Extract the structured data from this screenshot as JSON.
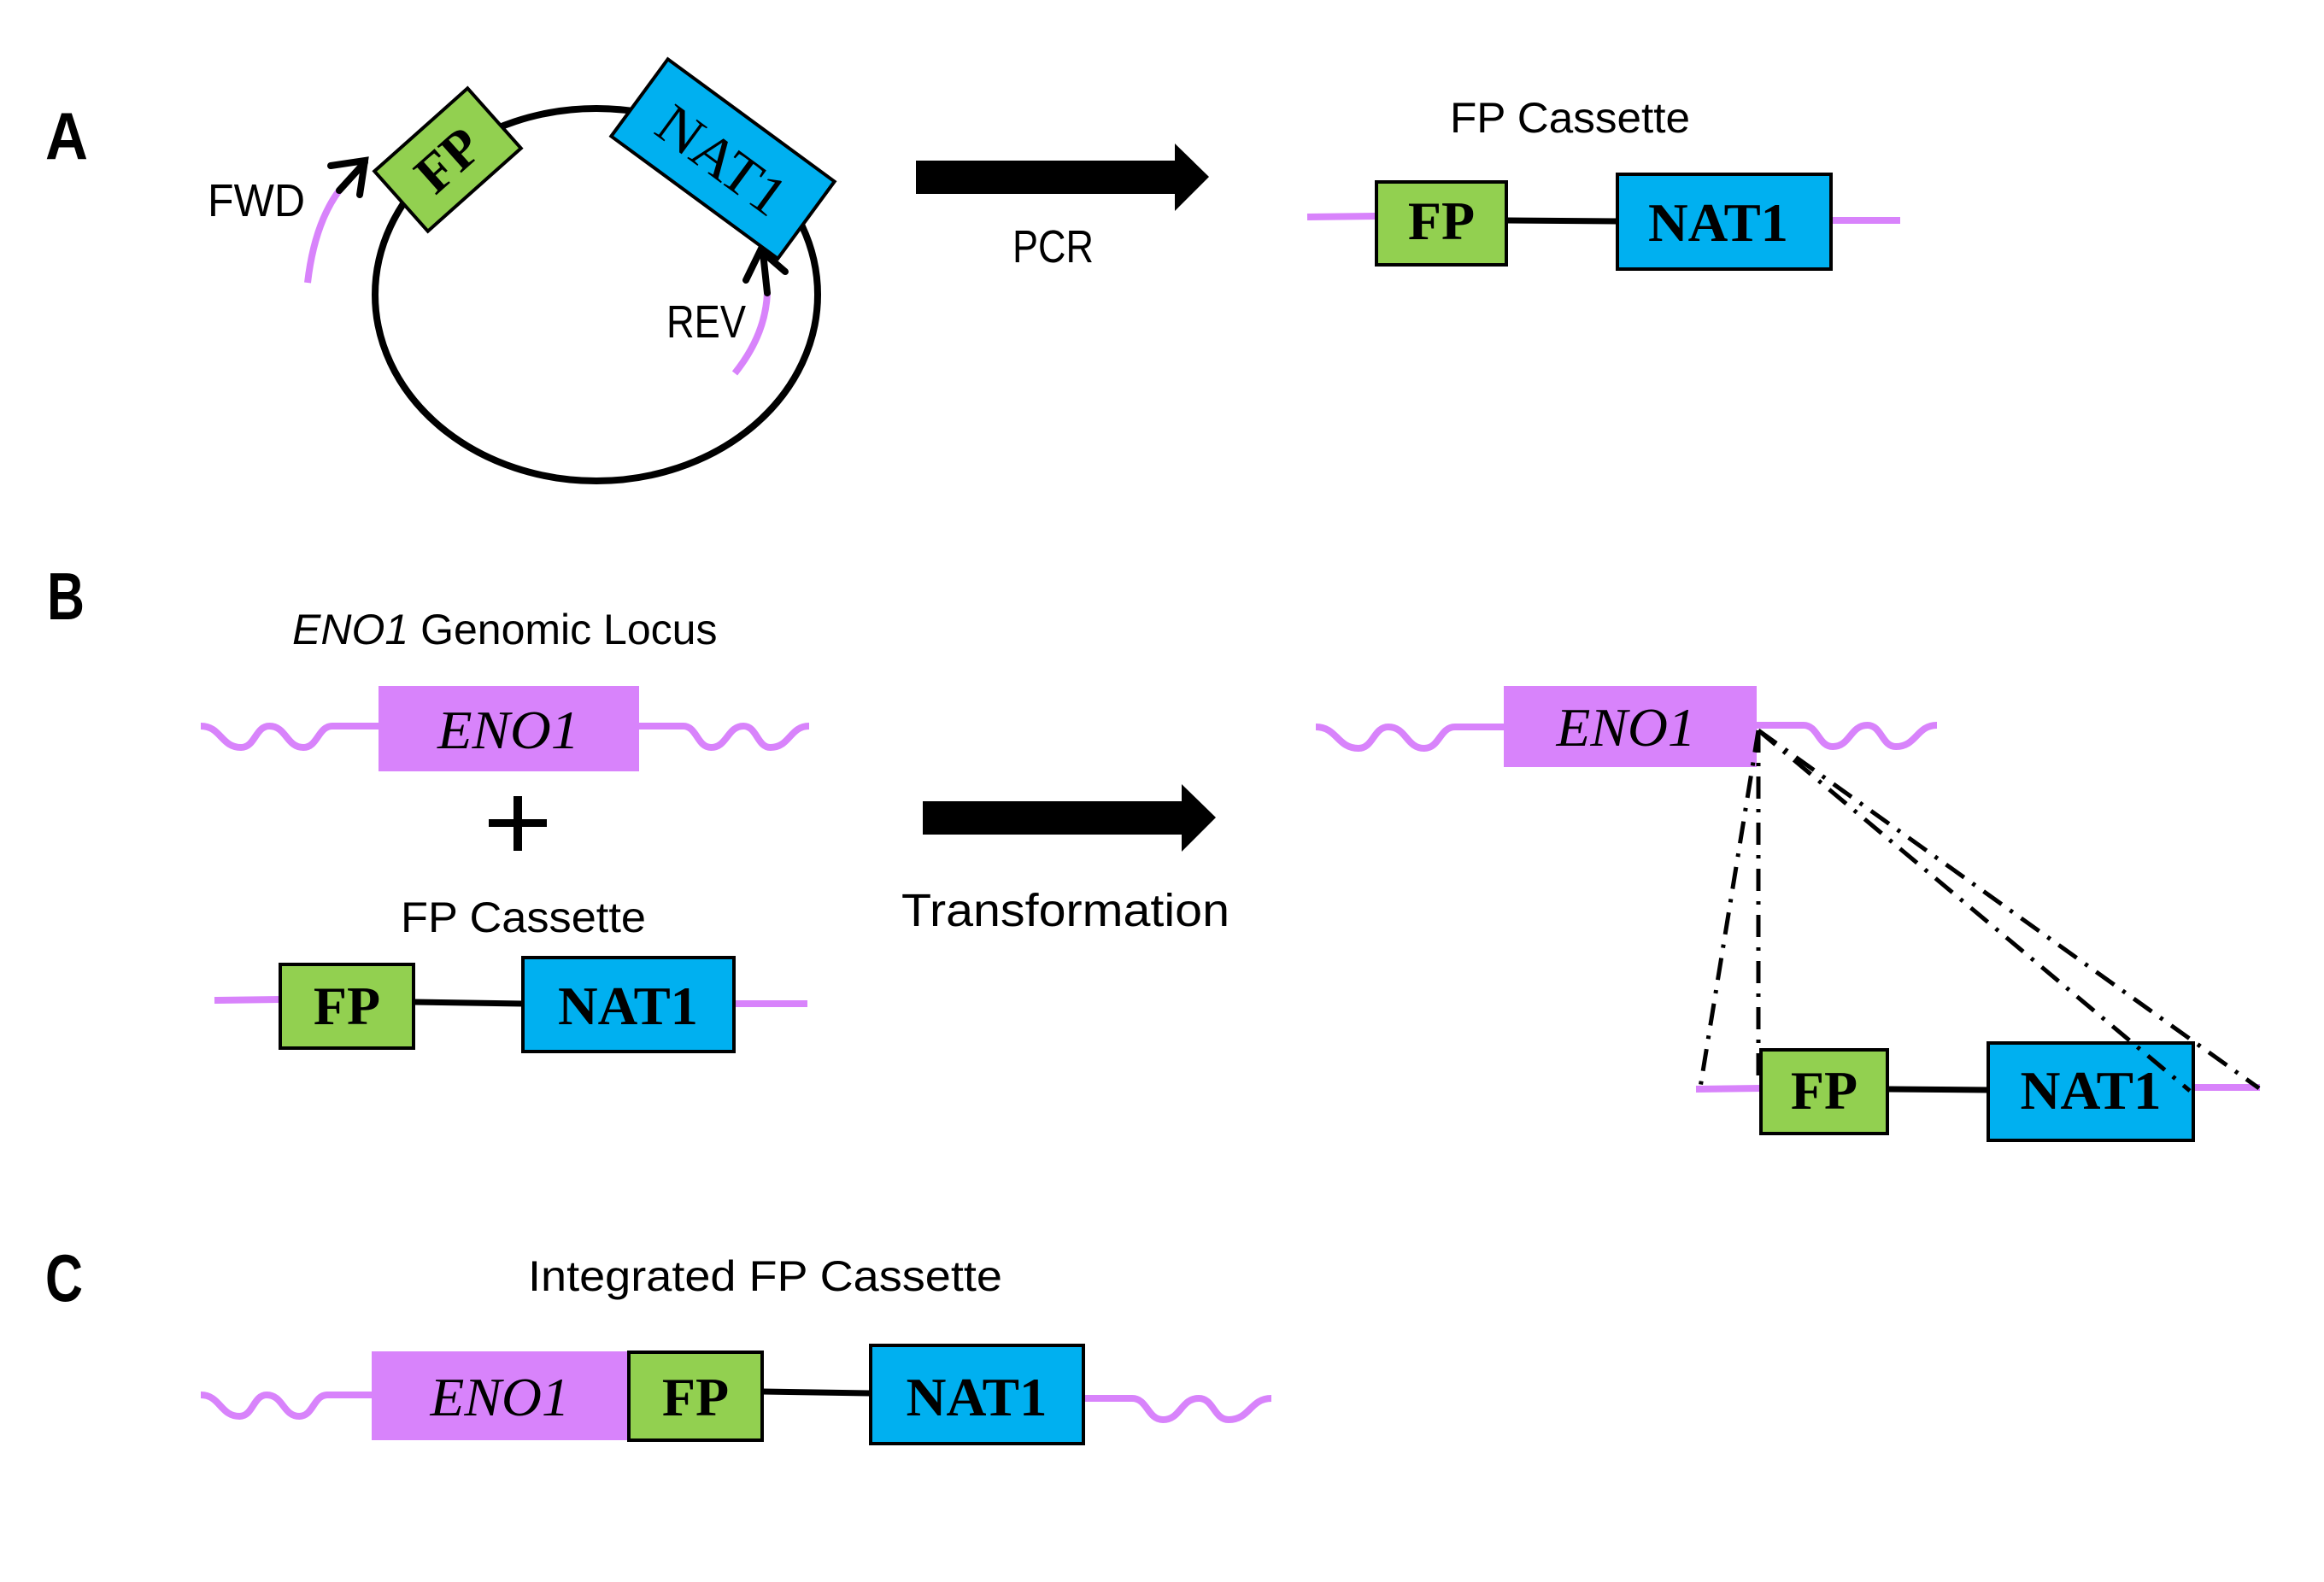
{
  "colors": {
    "fp": "#92d050",
    "nat1": "#00b0f0",
    "eno1": "#d883fb",
    "flank": "#d883fb",
    "line": "#000000"
  },
  "panel_a": {
    "letter": "A",
    "plasmid": {
      "fp_label": "FP",
      "nat1_label": "NAT1",
      "fwd_primer": "FWD",
      "rev_primer": "REV"
    },
    "step_label": "PCR",
    "product_title": "FP Cassette",
    "cassette": {
      "fp_label": "FP",
      "nat1_label": "NAT1"
    }
  },
  "panel_b": {
    "letter": "B",
    "locus_title_italic": "ENO1",
    "locus_title_rest": " Genomic Locus",
    "locus_gene": "ENO1",
    "plus": "+",
    "cassette_title": "FP Cassette",
    "cassette": {
      "fp_label": "FP",
      "nat1_label": "NAT1"
    },
    "step_label": "Transformation",
    "result": {
      "locus_gene": "ENO1",
      "cassette": {
        "fp_label": "FP",
        "nat1_label": "NAT1"
      }
    }
  },
  "panel_c": {
    "letter": "C",
    "title": "Integrated FP Cassette",
    "construct": {
      "eno1_label": "ENO1",
      "fp_label": "FP",
      "nat1_label": "NAT1"
    }
  }
}
